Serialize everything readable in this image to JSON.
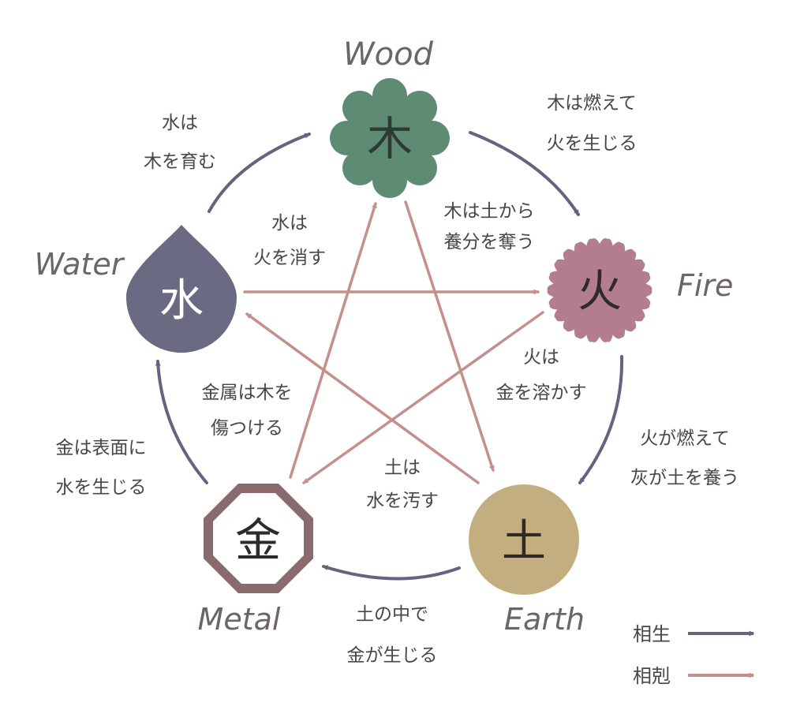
{
  "elements": {
    "wood": {
      "en": "Wood",
      "kanji": "木",
      "color": "#5e8b74",
      "kanji_color": "#2f3a34"
    },
    "fire": {
      "en": "Fire",
      "kanji": "火",
      "color": "#b37d8f",
      "kanji_color": "#2f2a2c"
    },
    "earth": {
      "en": "Earth",
      "kanji": "土",
      "color": "#c3ae7f",
      "kanji_color": "#2f2a24"
    },
    "metal": {
      "en": "Metal",
      "kanji": "金",
      "color": "#ffffff",
      "outline": "#8a6b6d",
      "kanji_color": "#2f2a2c"
    },
    "water": {
      "en": "Water",
      "kanji": "水",
      "color": "#6a6b83",
      "kanji_color": "#ffffff"
    }
  },
  "generating": [
    {
      "from": "wood",
      "to": "fire",
      "lines": [
        "木は燃えて",
        "火を生じる"
      ]
    },
    {
      "from": "fire",
      "to": "earth",
      "lines": [
        "火が燃えて",
        "灰が土を養う"
      ]
    },
    {
      "from": "earth",
      "to": "metal",
      "lines": [
        "土の中で",
        "金が生じる"
      ]
    },
    {
      "from": "metal",
      "to": "water",
      "lines": [
        "金は表面に",
        "水を生じる"
      ]
    },
    {
      "from": "water",
      "to": "wood",
      "lines": [
        "水は",
        "木を育む"
      ]
    }
  ],
  "controlling": [
    {
      "from": "wood",
      "to": "earth",
      "lines": [
        "木は土から",
        "養分を奪う"
      ]
    },
    {
      "from": "fire",
      "to": "metal",
      "lines": [
        "火は",
        "金を溶かす"
      ]
    },
    {
      "from": "earth",
      "to": "water",
      "lines": [
        "土は",
        "水を汚す"
      ]
    },
    {
      "from": "metal",
      "to": "wood",
      "lines": [
        "金属は木を",
        "傷つける"
      ]
    },
    {
      "from": "water",
      "to": "fire",
      "lines": [
        "水は",
        "火を消す"
      ]
    }
  ],
  "legend": {
    "generating_label": "相生",
    "controlling_label": "相剋"
  },
  "colors": {
    "generating_arrow": "#6a6180",
    "controlling_arrow": "#c4908c",
    "text": "#4a4546",
    "english_text": "#6b6566"
  }
}
